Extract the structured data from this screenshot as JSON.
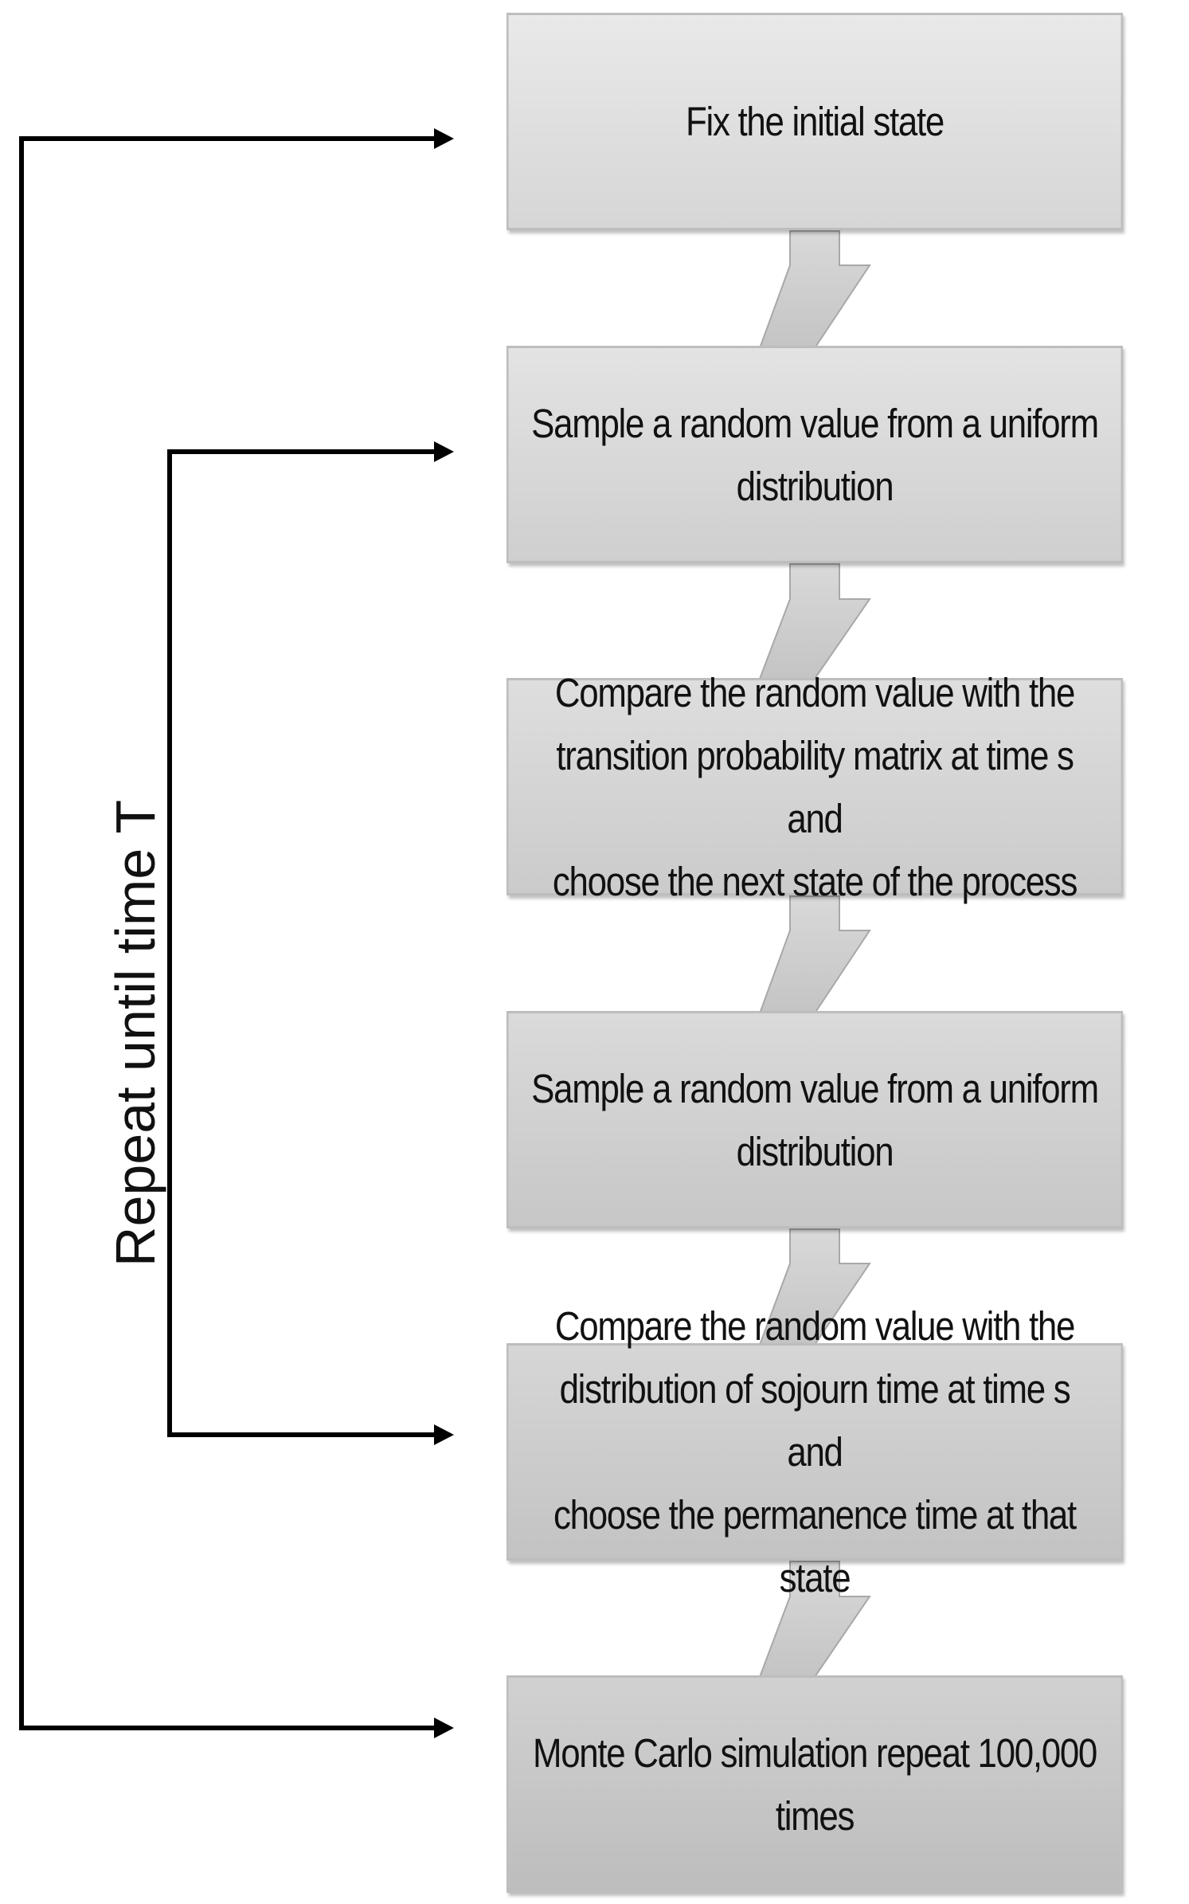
{
  "steps": [
    {
      "lines": [
        "Fix the initial state"
      ]
    },
    {
      "lines": [
        "Sample a random value from a uniform",
        "distribution"
      ]
    },
    {
      "lines": [
        "Compare the random value with the",
        "transition probability matrix at time s and",
        "choose the next state of the process"
      ]
    },
    {
      "lines": [
        "Sample a random value from a uniform",
        "distribution"
      ]
    },
    {
      "lines": [
        "Compare the random value with the",
        "distribution of sojourn time at time s and",
        "choose the permanence time at that state"
      ]
    },
    {
      "lines": [
        "Monte Carlo simulation repeat 100,000",
        "times"
      ]
    }
  ],
  "loop_label": "Repeat until time T"
}
